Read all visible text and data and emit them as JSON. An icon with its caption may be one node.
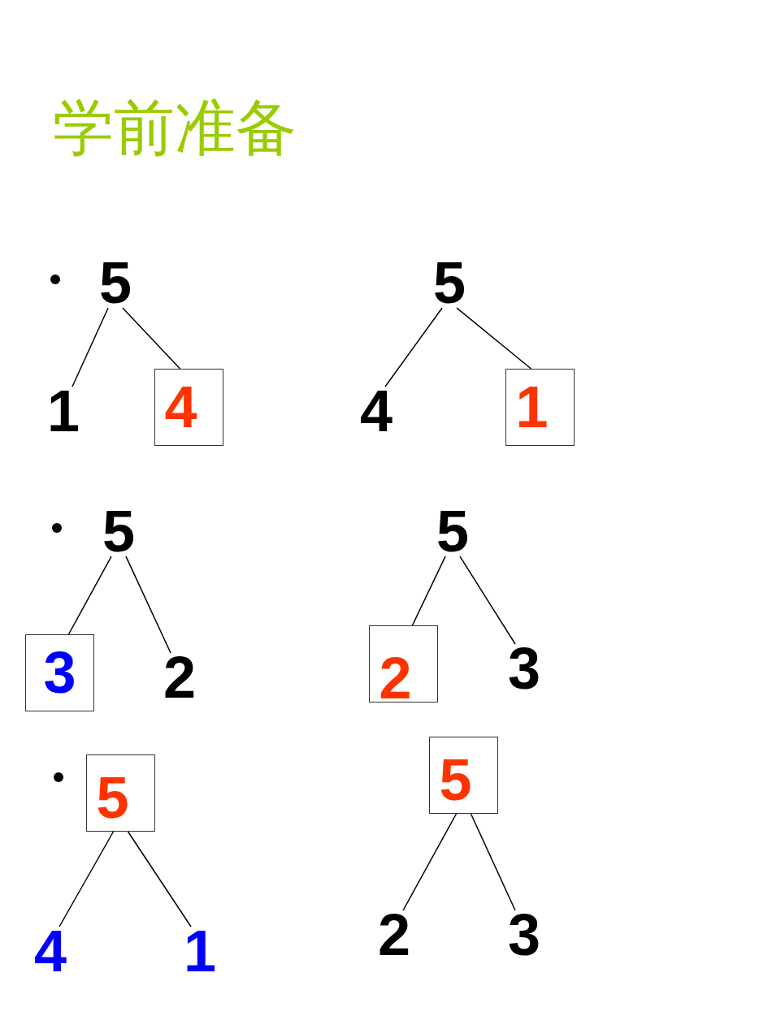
{
  "diagram": {
    "title": "学前准备",
    "nodes": [
      {
        "text": [
          "5"
        ]
      },
      {
        "text": [
          "5"
        ]
      },
      {
        "text": [
          "1"
        ]
      },
      {
        "text": [
          "4"
        ]
      },
      {
        "text": [
          "4"
        ]
      },
      {
        "text": [
          "1"
        ]
      },
      {
        "text": [
          "5"
        ]
      },
      {
        "text": [
          "5"
        ]
      },
      {
        "text": [
          "3"
        ]
      },
      {
        "text": [
          "2"
        ]
      },
      {
        "text": [
          "2"
        ]
      },
      {
        "text": [
          "3"
        ]
      },
      {
        "text": [
          "5"
        ]
      },
      {
        "text": [
          "5"
        ]
      },
      {
        "text": [
          "4"
        ]
      },
      {
        "text": [
          "1"
        ]
      },
      {
        "text": [
          "2"
        ]
      },
      {
        "text": [
          "3"
        ]
      }
    ],
    "edges": [
      {
        "from": 0,
        "to": 2,
        "arrow": "none"
      },
      {
        "from": 0,
        "to": 3,
        "arrow": "none"
      },
      {
        "from": 1,
        "to": 4,
        "arrow": "none"
      },
      {
        "from": 1,
        "to": 5,
        "arrow": "none"
      },
      {
        "from": 6,
        "to": 8,
        "arrow": "none"
      },
      {
        "from": 6,
        "to": 9,
        "arrow": "none"
      },
      {
        "from": 7,
        "to": 10,
        "arrow": "none"
      },
      {
        "from": 7,
        "to": 11,
        "arrow": "none"
      },
      {
        "from": 12,
        "to": 14,
        "arrow": "none"
      },
      {
        "from": 12,
        "to": 15,
        "arrow": "none"
      },
      {
        "from": 13,
        "to": 16,
        "arrow": "none"
      },
      {
        "from": 13,
        "to": 17,
        "arrow": "none"
      }
    ]
  }
}
